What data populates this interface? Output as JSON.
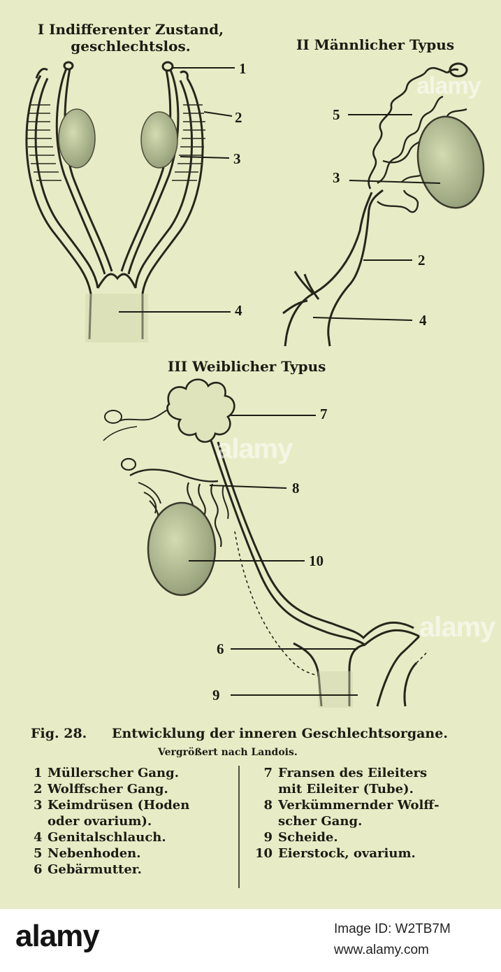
{
  "sections": {
    "indifferent": "I Indifferenter Zustand, geschlechtslos.",
    "male": "II Männlicher Typus",
    "female": "III Weiblicher Typus"
  },
  "labels": {
    "indifferent": [
      "1",
      "2",
      "3",
      "4"
    ],
    "male": [
      "5",
      "3",
      "2",
      "4"
    ],
    "female": [
      "7",
      "8",
      "10",
      "6",
      "9"
    ]
  },
  "caption": {
    "figure": "Fig. 28.",
    "title": "Entwicklung der inneren Geschlechtsorgane.",
    "subtitle": "Vergrößert nach Landois."
  },
  "legend": {
    "left": [
      {
        "num": "1",
        "text": "Müllerscher Gang."
      },
      {
        "num": "2",
        "text": "Wolffscher Gang."
      },
      {
        "num": "3",
        "text": "Keimdrüsen (Hoden"
      },
      {
        "num": "",
        "text": "oder ovarium)."
      },
      {
        "num": "4",
        "text": "Genitalschlauch."
      },
      {
        "num": "5",
        "text": "Nebenhoden."
      },
      {
        "num": "6",
        "text": "Gebärmutter."
      }
    ],
    "right": [
      {
        "num": "7",
        "text": "Fransen des Eileiters"
      },
      {
        "num": "",
        "text": "mit Eileiter (Tube)."
      },
      {
        "num": "8",
        "text": "Verkümmernder Wolff-"
      },
      {
        "num": "",
        "text": "scher Gang."
      },
      {
        "num": "9",
        "text": "Scheide."
      },
      {
        "num": "10",
        "text": "Eierstock, ovarium."
      }
    ]
  },
  "watermark": "alamy",
  "footer": {
    "logo": "alamy",
    "image_id_line": "Image ID: W2TB7M",
    "url": "www.alamy.com"
  },
  "colors": {
    "paper": "#e8ecc6",
    "ink": "#1c1c14",
    "footer_bg": "#ffffff"
  }
}
